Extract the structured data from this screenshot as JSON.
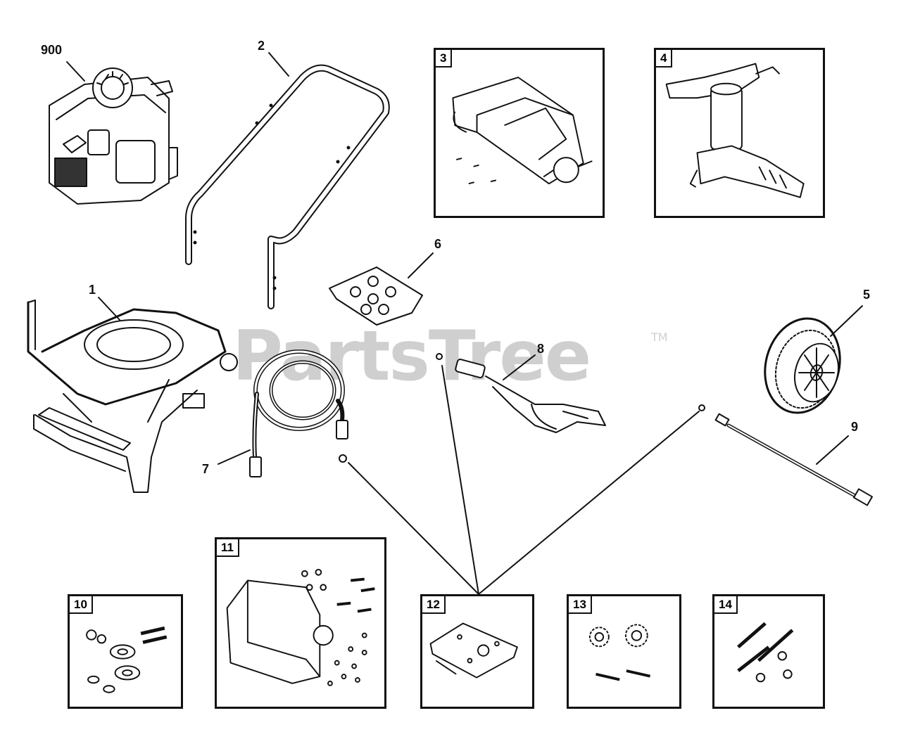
{
  "watermark": {
    "text": "PartsTree",
    "tm": "TM"
  },
  "callouts": {
    "engine": "900",
    "handle": "2",
    "frame": "1",
    "nozzle_kit": "6",
    "wheel": "5",
    "spray_gun": "8",
    "hose": "7",
    "extension_wand": "9"
  },
  "boxes": {
    "b3": "3",
    "b4": "4",
    "b10": "10",
    "b11": "11",
    "b12": "12",
    "b13": "13",
    "b14": "14"
  },
  "icons": [
    "engine-icon",
    "handle-icon",
    "frame-icon",
    "hose-icon",
    "spray-gun-icon",
    "wheel-icon",
    "wand-icon",
    "nozzle-kit-icon",
    "pump-icon"
  ],
  "colors": {
    "line": "#111111",
    "watermark": "#cfcfcf"
  }
}
